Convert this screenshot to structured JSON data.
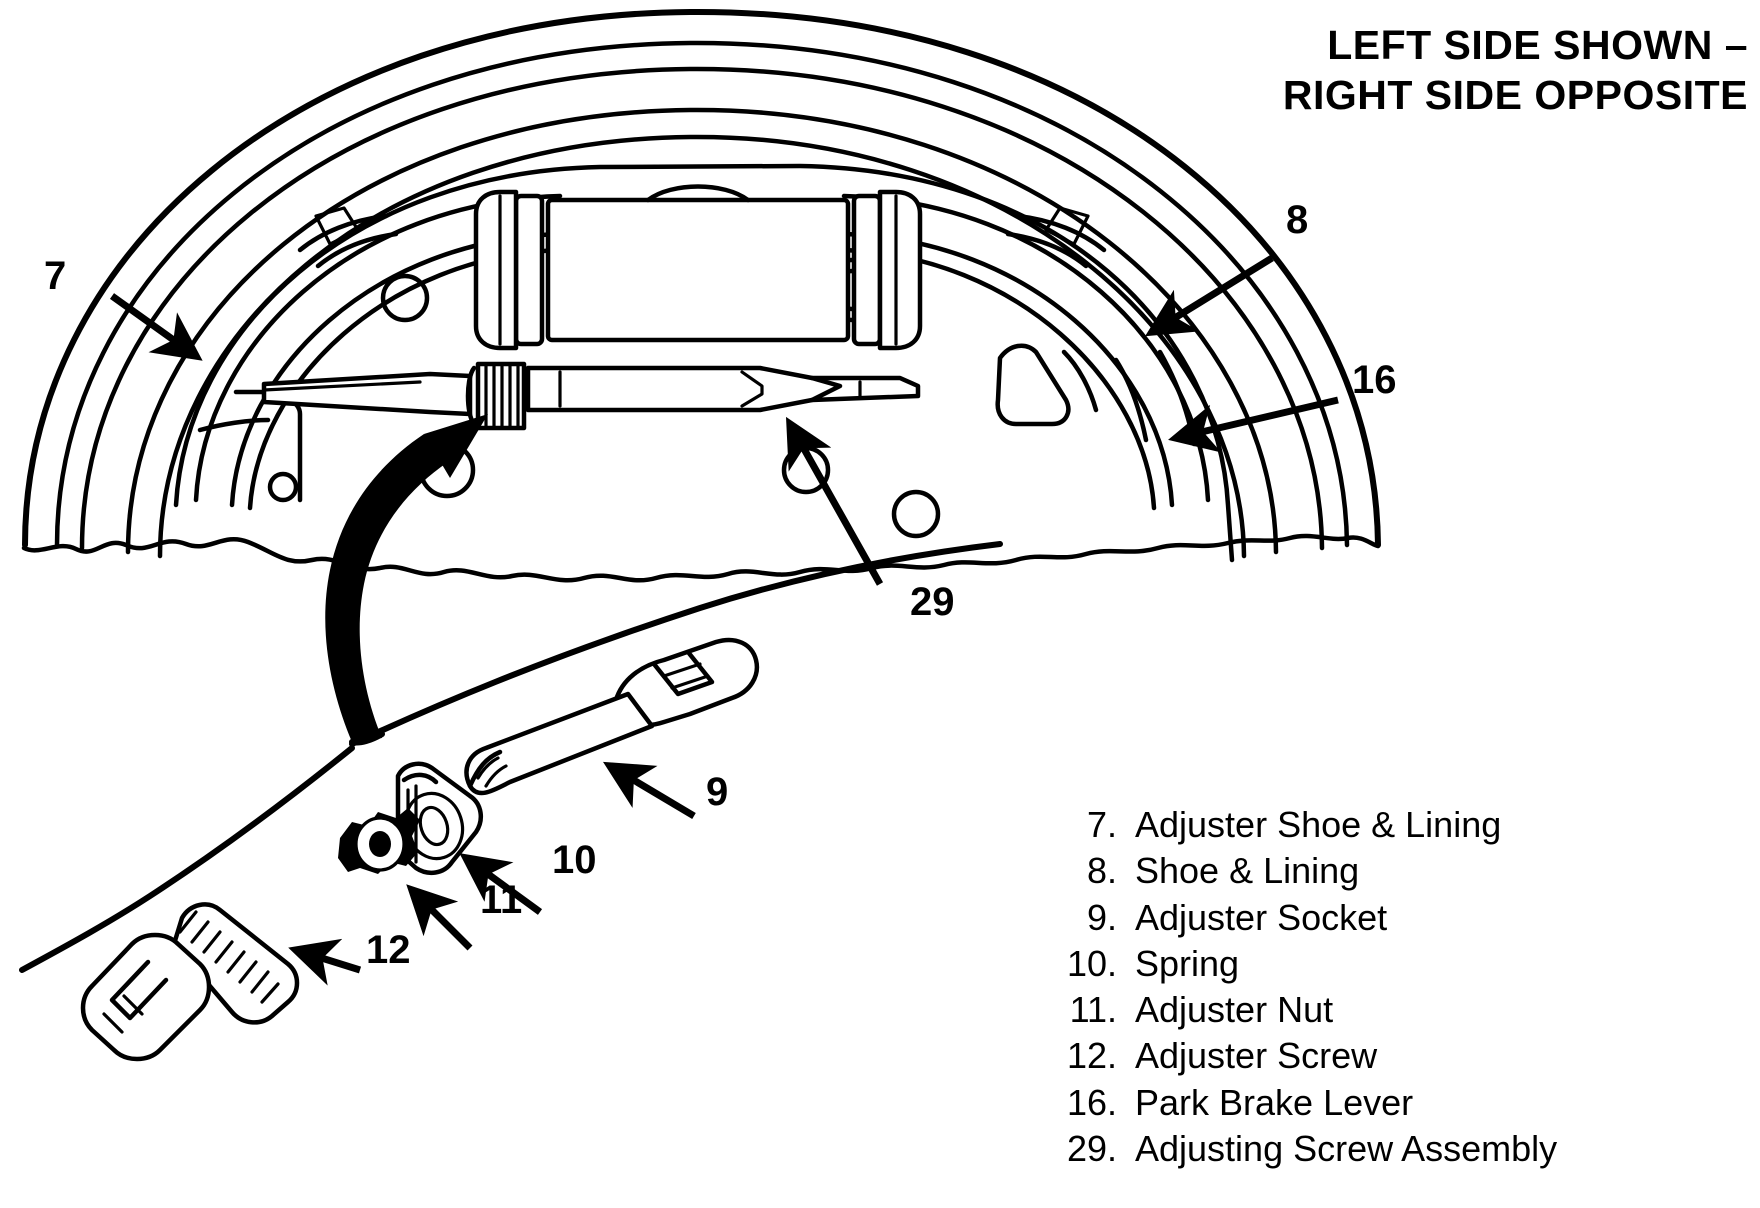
{
  "title": {
    "line1": "LEFT SIDE SHOWN –",
    "line2": "RIGHT SIDE OPPOSITE"
  },
  "legend": [
    {
      "num": "7.",
      "label": "Adjuster Shoe & Lining"
    },
    {
      "num": "8.",
      "label": "Shoe & Lining"
    },
    {
      "num": "9.",
      "label": "Adjuster Socket"
    },
    {
      "num": "10.",
      "label": "Spring"
    },
    {
      "num": "11.",
      "label": "Adjuster Nut"
    },
    {
      "num": "12.",
      "label": "Adjuster Screw"
    },
    {
      "num": "16.",
      "label": "Park Brake Lever"
    },
    {
      "num": "29.",
      "label": "Adjusting Screw Assembly"
    }
  ],
  "callouts": [
    {
      "id": "7",
      "text": "7"
    },
    {
      "id": "8",
      "text": "8"
    },
    {
      "id": "16",
      "text": "16"
    },
    {
      "id": "29",
      "text": "29"
    },
    {
      "id": "9",
      "text": "9"
    },
    {
      "id": "10",
      "text": "10"
    },
    {
      "id": "11",
      "text": "11"
    },
    {
      "id": "12",
      "text": "12"
    }
  ],
  "colors": {
    "ink": "#000000",
    "paper": "#ffffff"
  }
}
